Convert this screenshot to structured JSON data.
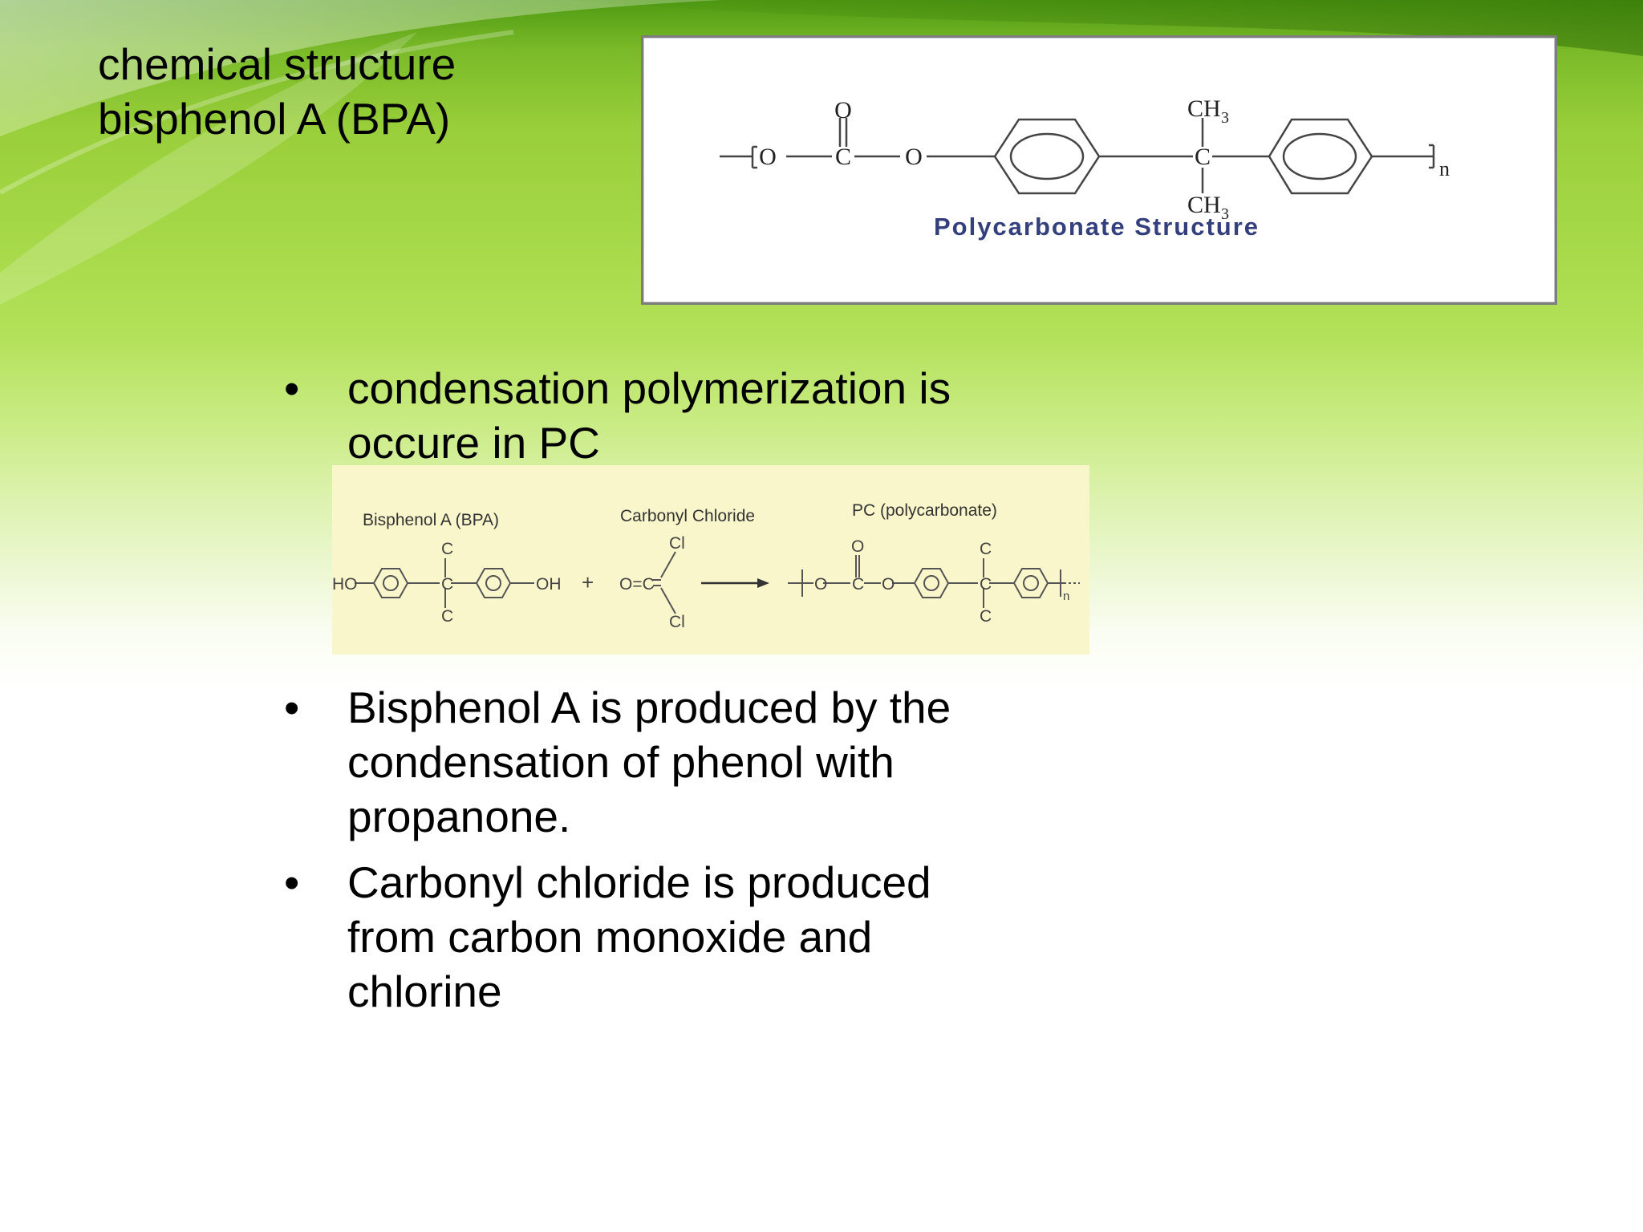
{
  "title": {
    "line1": "chemical structure",
    "line2": "bisphenol A (BPA)"
  },
  "figure_poly": {
    "caption": "Polycarbonate Structure",
    "ch3": "CH",
    "ch3_sub": "3",
    "carbon": "C",
    "oxygen": "O",
    "subscript_n": "n"
  },
  "figure_reaction": {
    "label_bpa": "Bisphenol A (BPA)",
    "label_carbonyl": "Carbonyl Chloride",
    "label_pc": "PC (polycarbonate)",
    "ho": "HO",
    "oh": "OH",
    "plus": "+",
    "o_eq": "O=C",
    "cl": "Cl",
    "c": "C",
    "o": "O",
    "n": "n"
  },
  "bullets": [
    {
      "symbol": "•",
      "lines": [
        "condensation polymerization is",
        "occure in PC"
      ]
    },
    {
      "symbol": "•",
      "lines": [
        "Bisphenol A is produced by the",
        "condensation of phenol with",
        "propanone."
      ]
    },
    {
      "symbol": "•",
      "lines": [
        "Carbonyl chloride is produced",
        "from carbon monoxide and",
        "chlorine"
      ]
    }
  ],
  "colors": {
    "background_top": "#4f9a12",
    "background_mid": "#b3e15a",
    "background_bottom": "#ffffff",
    "caption_blue": "#34407e",
    "reaction_panel": "#faf6cb"
  }
}
